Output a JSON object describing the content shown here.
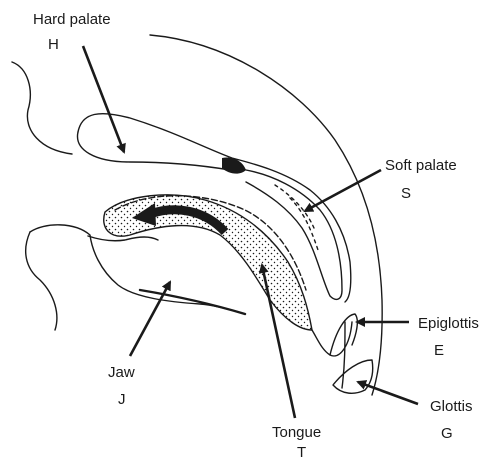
{
  "labels": {
    "hard_palate": {
      "name": "Hard palate",
      "code": "H"
    },
    "soft_palate": {
      "name": "Soft palate",
      "code": "S"
    },
    "epiglottis": {
      "name": "Epiglottis",
      "code": "E"
    },
    "glottis": {
      "name": "Glottis",
      "code": "G"
    },
    "jaw": {
      "name": "Jaw",
      "code": "J"
    },
    "tongue": {
      "name": "Tongue",
      "code": "T"
    }
  }
}
